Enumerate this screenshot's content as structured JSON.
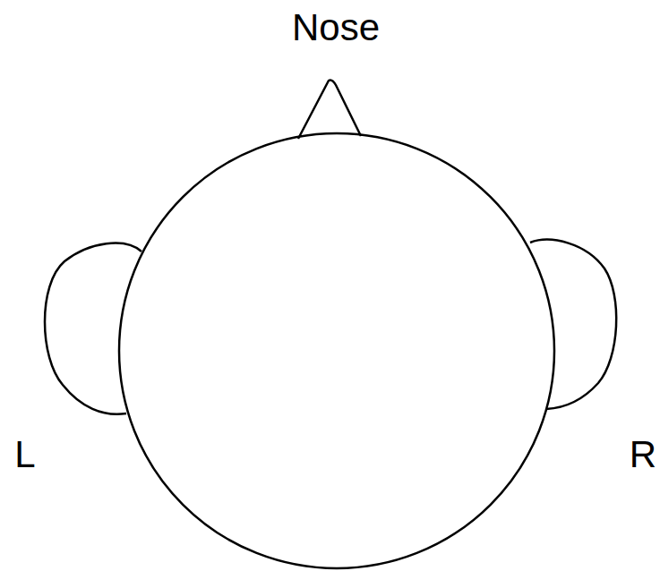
{
  "diagram": {
    "labels": [
      "Nose",
      "L",
      "R"
    ]
  }
}
